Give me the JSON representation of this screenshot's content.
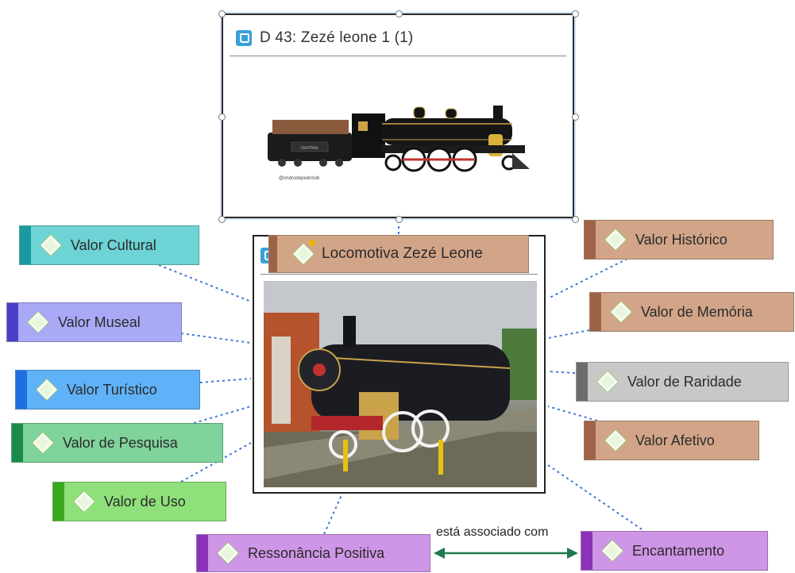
{
  "document": {
    "title": "D 43: Zezé leone 1 (1)",
    "watermark": "@ondrodepedrclub"
  },
  "central": {
    "title": "Locomotiva Zezé Leone"
  },
  "nodes": {
    "cultural": {
      "label": "Valor Cultural",
      "color": "#6dd3d4",
      "accent": "#1a9aa0"
    },
    "museal": {
      "label": "Valor Museal",
      "color": "#a9a9f7",
      "accent": "#4b3fc9"
    },
    "turistico": {
      "label": "Valor Turístico",
      "color": "#5fb2f7",
      "accent": "#1e6fe0"
    },
    "pesquisa": {
      "label": "Valor de Pesquisa",
      "color": "#7fd39b",
      "accent": "#198a4b"
    },
    "uso": {
      "label": "Valor de Uso",
      "color": "#8fe07a",
      "accent": "#3aa81d"
    },
    "historico": {
      "label": "Valor Histórico",
      "color": "#d2a589",
      "accent": "#9e6347"
    },
    "memoria": {
      "label": "Valor de Memória",
      "color": "#d2a589",
      "accent": "#9e6347"
    },
    "raridade": {
      "label": "Valor de Raridade",
      "color": "#c8c8c8",
      "accent": "#6c6c6c"
    },
    "afetivo": {
      "label": "Valor Afetivo",
      "color": "#d2a589",
      "accent": "#9e6347"
    },
    "ressonancia": {
      "label": "Ressonância Positiva",
      "color": "#cf95e6",
      "accent": "#8a33b8"
    },
    "encantamento": {
      "label": "Encantamento",
      "color": "#cf95e6",
      "accent": "#8a33b8"
    }
  },
  "relation": {
    "label": "está associado com"
  },
  "colors": {
    "connector": "#3f79d6",
    "relation_arrow": "#1f7a4d"
  }
}
